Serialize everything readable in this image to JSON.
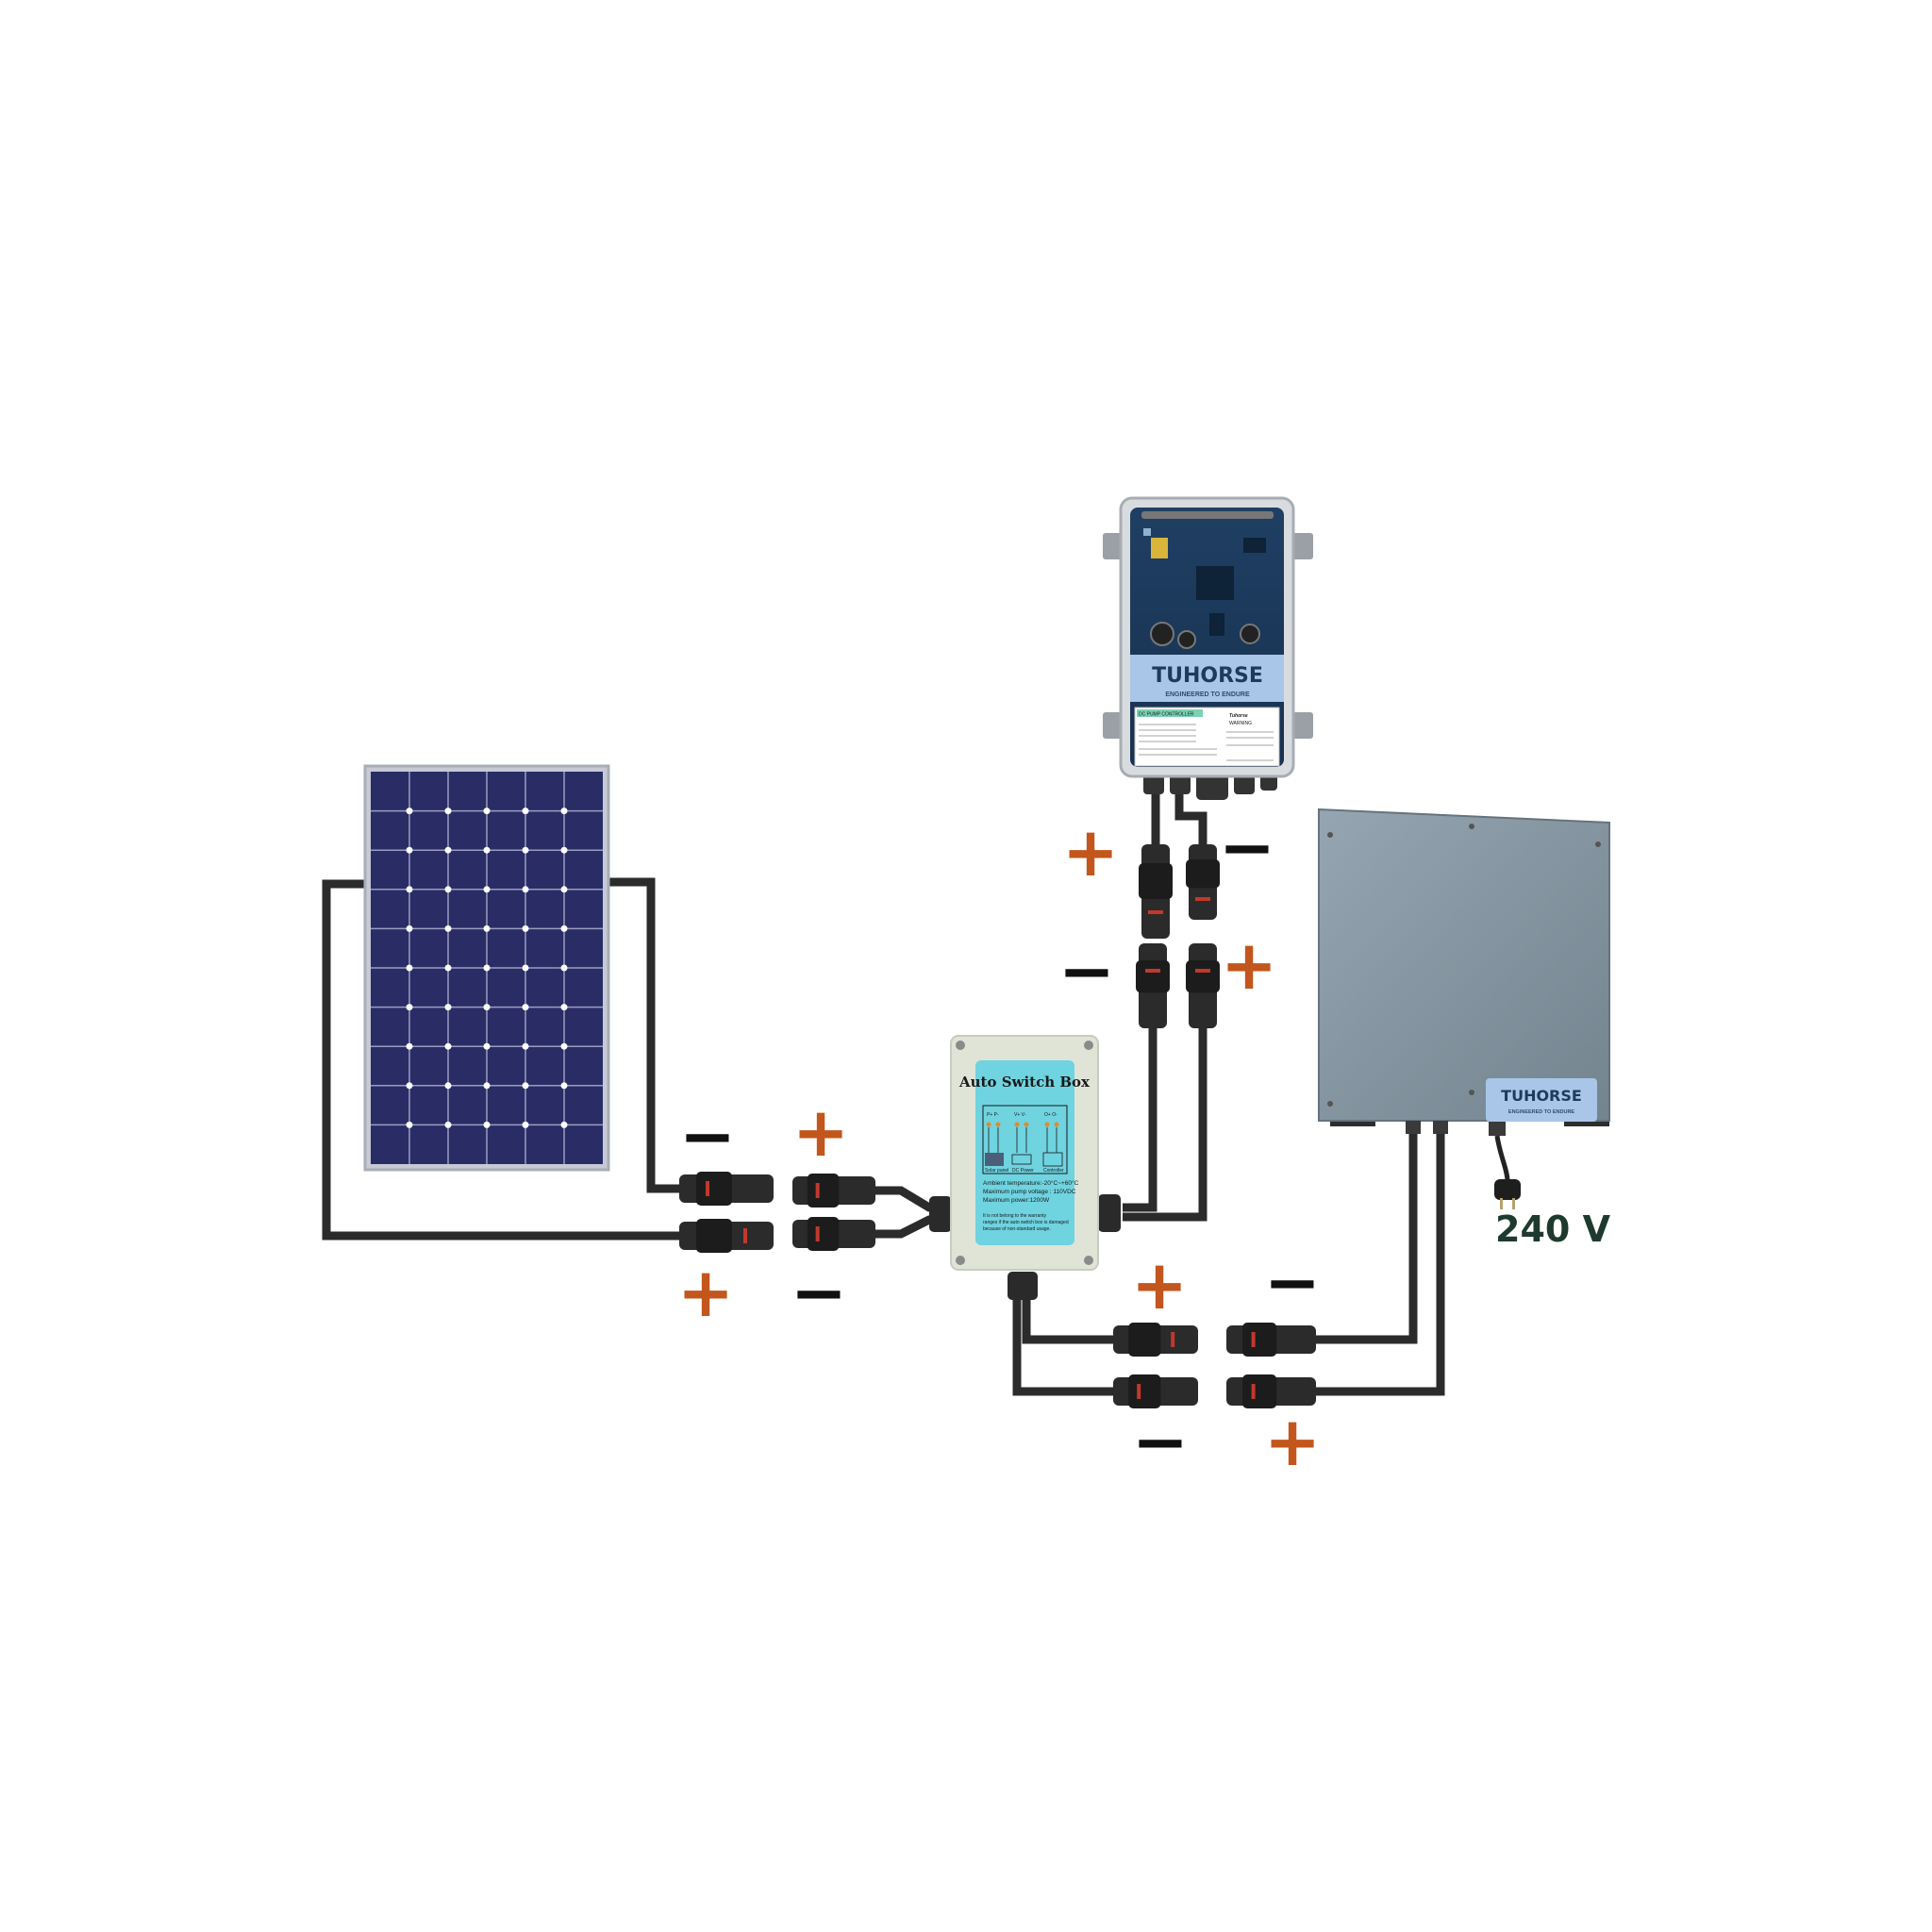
{
  "switch_box": {
    "title": "Auto Switch Box",
    "terminals": [
      "P+ P-",
      "V+ V-",
      "O+ O-"
    ],
    "devices": [
      "Solar panel",
      "DC Power",
      "Controller"
    ],
    "specs": [
      "Ambient temperature:-20°C~+60°C",
      "Maximum pump voltage : 110VDC",
      "Maximum power:1200W"
    ],
    "warranty_note": [
      "It is not belong to the warranty",
      "ranges if the auto switch box is damaged",
      "because of non-standard usage."
    ]
  },
  "controller": {
    "brand": "TUHORSE",
    "tagline": "ENGINEERED TO ENDURE",
    "label_title": "DC PUMP CONTROLLER",
    "label_logo": "Tuhorse",
    "label_warning": "WARNING"
  },
  "power_supply": {
    "brand": "TUHORSE",
    "tagline": "ENGINEERED TO ENDURE",
    "voltage": "240 V"
  },
  "signs": {
    "plus": "+",
    "minus": "−"
  },
  "colors": {
    "plus": "#c2561c",
    "minus": "#111111",
    "wire": "#2b2b2b",
    "panel_cell": "#2a2c66",
    "switch_label": "#6fd3e0",
    "enclosure": "#8494a0"
  }
}
